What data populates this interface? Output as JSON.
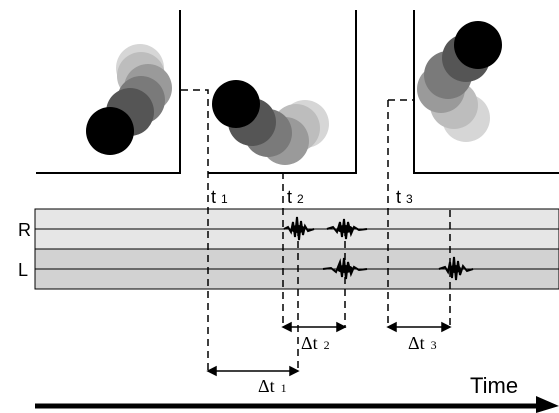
{
  "time_labels": [
    {
      "main": "t",
      "sub": "1"
    },
    {
      "main": "t",
      "sub": "2"
    },
    {
      "main": "t",
      "sub": "3"
    }
  ],
  "channel_labels": {
    "right": "R",
    "left": "L"
  },
  "intervals": [
    {
      "main": "Δt",
      "sub": "1"
    },
    {
      "main": "Δt",
      "sub": "2"
    },
    {
      "main": "Δt",
      "sub": "3"
    }
  ],
  "axis_label": "Time",
  "colors": {
    "band_r": "#e6e6e6",
    "band_l": "#d2d2d2",
    "ball_dark": "#000000",
    "ball_fade": "#d9d9d9",
    "spike": "#000000"
  }
}
